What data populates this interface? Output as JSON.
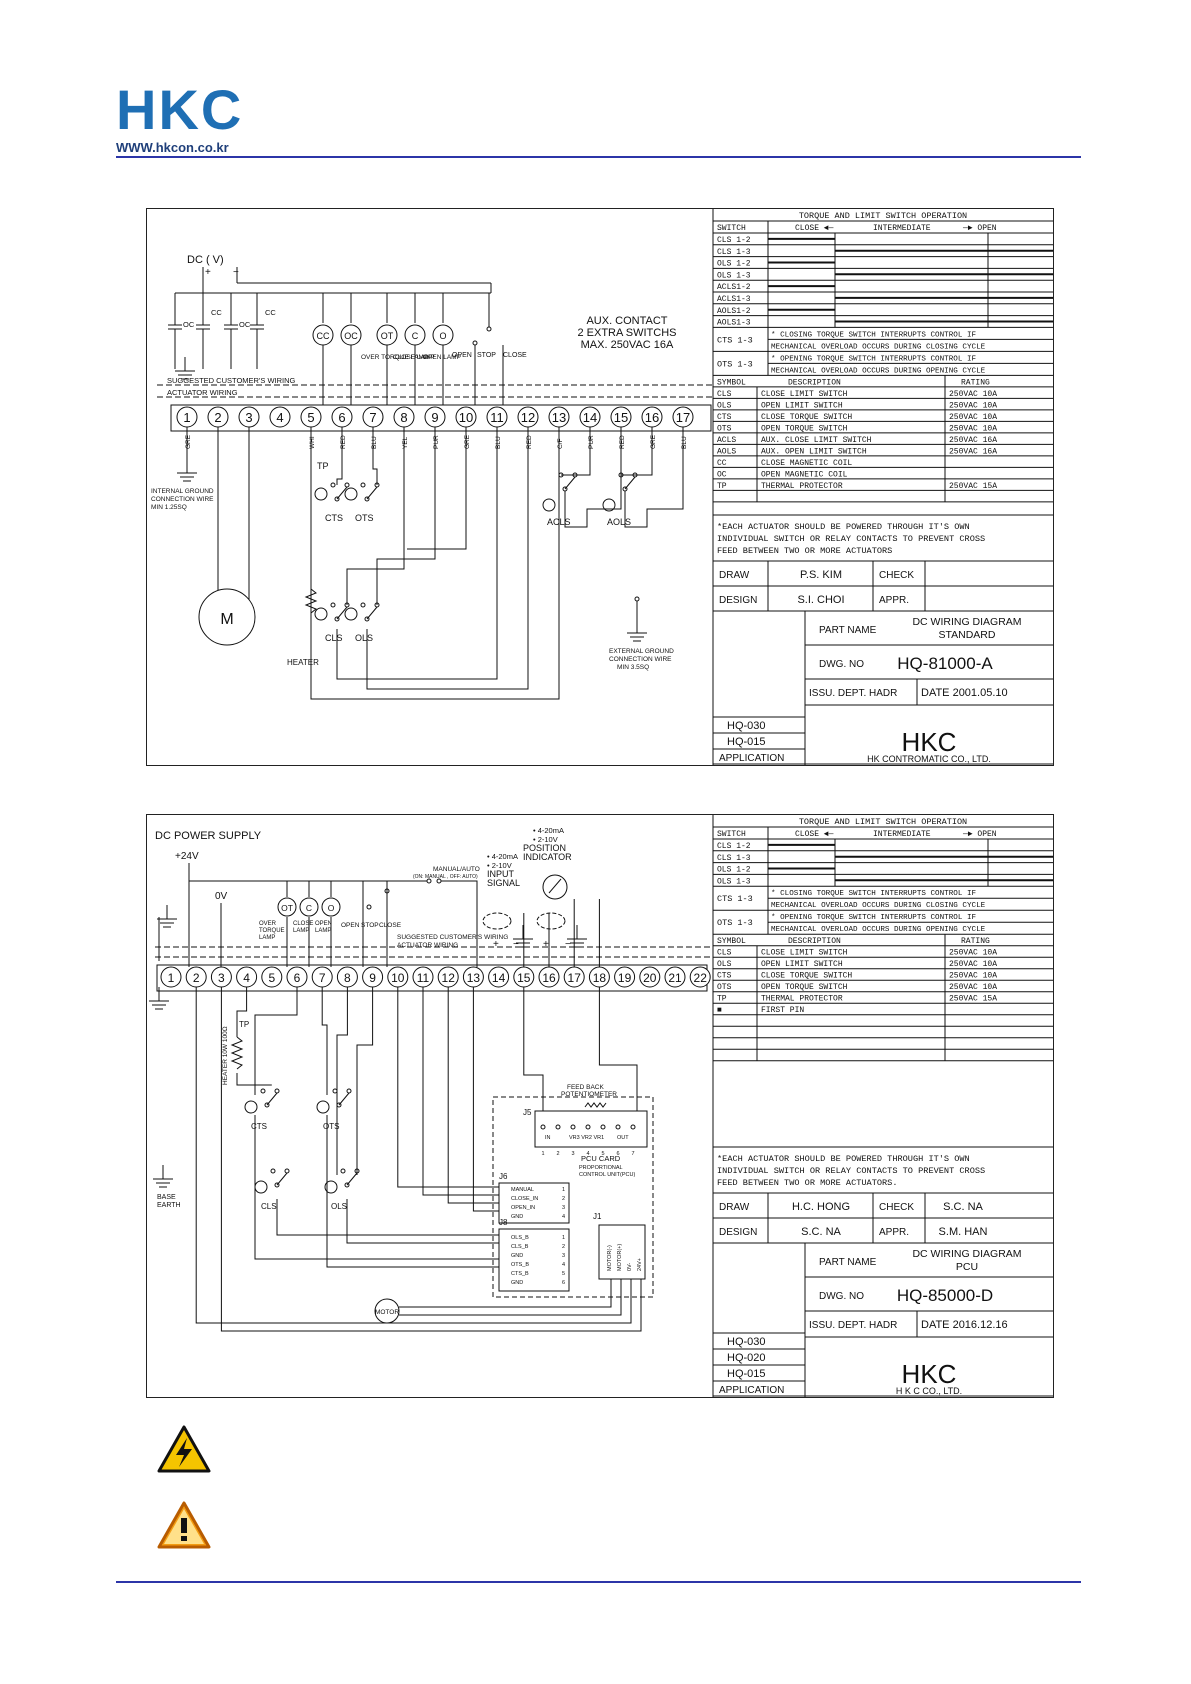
{
  "header": {
    "brand": "HKC",
    "url": "WWW.hkcon.co.kr"
  },
  "diagram1": {
    "supply": "DC (    V)",
    "aux_note": [
      "AUX. CONTACT",
      "2 EXTRA SWITCHS",
      "MAX. 250VAC 16A"
    ],
    "wiring_note": [
      "SUGGESTED CUSTOMER'S WIRING",
      "ACTUATOR WIRING"
    ],
    "terminals": [
      "1",
      "2",
      "3",
      "4",
      "5",
      "6",
      "7",
      "8",
      "9",
      "10",
      "11",
      "12",
      "13",
      "14",
      "15",
      "16",
      "17"
    ],
    "wire_colors": [
      "GRE",
      "",
      "",
      "",
      "WHI",
      "RED",
      "BLU",
      "YEL",
      "PUR",
      "GRE",
      "BLU",
      "RED",
      "C/F",
      "PUR",
      "RED",
      "GRE",
      "BLU"
    ],
    "lamps": [
      "CC",
      "OC",
      "OT",
      "C",
      "O"
    ],
    "lamp_labels": [
      "OVER TORQUE LAMP",
      "CLOSE LAMP",
      "OPEN LAMP"
    ],
    "open": "OPEN",
    "stop": "STOP",
    "close": "CLOSE",
    "ground1": "INTERNAL GROUND CONNECTION WIRE MIN 1.25SQ",
    "ground2": "EXTERNAL GROUND CONNECTION WIRE MIN 3.5SQ",
    "motor": "M",
    "heater": "HEATER",
    "tp": "TP",
    "switch_names": [
      "CTS",
      "OTS",
      "CLS",
      "OLS",
      "ACLS",
      "AOLS"
    ],
    "table_title": "TORQUE AND LIMIT SWITCH OPERATION",
    "table_head": [
      "SWITCH",
      "CLOSE",
      "INTERMEDIATE",
      "OPEN"
    ],
    "table_rows": [
      "CLS 1-2",
      "CLS 1-3",
      "OLS 1-2",
      "OLS 1-3",
      "ACLS1-2",
      "ACLS1-3",
      "AOLS1-2",
      "AOLS1-3"
    ],
    "cts_note": [
      "CTS 1-3",
      "* CLOSING TORQUE SWITCH INTERRUPTS CONTROL IF",
      "MECHANICAL OVERLOAD OCCURS DURING CLOSING CYCLE"
    ],
    "ots_note": [
      "OTS 1-3",
      "* OPENING TORQUE SWITCH INTERRUPTS CONTROL IF",
      "MECHANICAL OVERLOAD OCCURS DURING OPENING CYCLE"
    ],
    "symbol_head": [
      "SYMBOL",
      "DESCRIPTION",
      "RATING"
    ],
    "symbols": [
      [
        "CLS",
        "CLOSE LIMIT SWITCH",
        "250VAC 10A"
      ],
      [
        "OLS",
        "OPEN LIMIT SWITCH",
        "250VAC 10A"
      ],
      [
        "CTS",
        "CLOSE TORQUE SWITCH",
        "250VAC 10A"
      ],
      [
        "OTS",
        "OPEN TORQUE SWITCH",
        "250VAC 10A"
      ],
      [
        "ACLS",
        "AUX. CLOSE LIMIT SWITCH",
        "250VAC 16A"
      ],
      [
        "AOLS",
        "AUX. OPEN LIMIT SWITCH",
        "250VAC 16A"
      ],
      [
        "CC",
        "CLOSE MAGNETIC COIL",
        ""
      ],
      [
        "OC",
        "OPEN MAGNETIC COIL",
        ""
      ],
      [
        "TP",
        "THERMAL PROTECTOR",
        "250VAC 15A"
      ]
    ],
    "note": [
      "*EACH ACTUATOR SHOULD BE POWERED THROUGH IT'S OWN",
      "INDIVIDUAL SWITCH OR RELAY CONTACTS TO PREVENT CROSS",
      "FEED BETWEEN TWO OR MORE ACTUATORS"
    ],
    "draw_label": "DRAW",
    "draw": "P.S. KIM",
    "check_label": "CHECK",
    "check": "",
    "design_label": "DESIGN",
    "design": "S.I. CHOI",
    "appr_label": "APPR.",
    "appr": "",
    "part_name_label": "PART NAME",
    "part_name": [
      "DC WIRING DIAGRAM",
      "STANDARD"
    ],
    "dwg_label": "DWG. NO",
    "dwg": "HQ-81000-A",
    "issu": "ISSU. DEPT. HADR",
    "date": "DATE 2001.05.10",
    "applications": [
      "HQ-030",
      "HQ-015"
    ],
    "application_label": "APPLICATION",
    "logo": "HKC",
    "company": "HK CONTROMATIC CO., LTD."
  },
  "diagram2": {
    "supply": "DC POWER SUPPLY",
    "plus": "+24V",
    "zero": "0V",
    "terminals": [
      "1",
      "2",
      "3",
      "4",
      "5",
      "6",
      "7",
      "8",
      "9",
      "10",
      "11",
      "12",
      "13",
      "14",
      "15",
      "16",
      "17",
      "18",
      "19",
      "20",
      "21",
      "22"
    ],
    "lamps": [
      "OT",
      "C",
      "O"
    ],
    "lamp_labels": [
      "OVER TORQUE LAMP",
      "CLOSE LAMP",
      "OPEN LAMP"
    ],
    "open": "OPEN",
    "stop": "STOP",
    "close": "CLOSE",
    "manual_auto": "MANUAL/AUTO",
    "manual_auto_sub": "(ON: MANUAL , OFF: AUTO)",
    "wiring_note": [
      "SUGGESTED CUSTOMER'S WIRING",
      "ACTUATOR WIRING"
    ],
    "input_signal": [
      "• 4-20mA",
      "• 2-10V",
      "INPUT",
      "SIGNAL"
    ],
    "position_indicator": [
      "• 4-20mA",
      "• 2-10V",
      "POSITION",
      "INDICATOR"
    ],
    "heater": "HEATER 10W 100Ω",
    "tp": "TP",
    "switch_names": [
      "CTS",
      "OTS",
      "CLS",
      "OLS"
    ],
    "base_earth": "BASE EARTH",
    "feedback": "FEED BACK POTENTIOMETER",
    "pcu_card": [
      "PCU CARD",
      "PROPORTIONAL",
      "CONTROL UNIT(PCU)"
    ],
    "j5": "J5",
    "j6": "J6",
    "j8": "J8",
    "j1": "J1",
    "j5_pins": [
      "IN",
      "VR3 VR2 VR1",
      "OUT"
    ],
    "j6_pins": [
      "MANUAL",
      "CLOSE_IN",
      "OPEN_IN",
      "GND"
    ],
    "j8_pins": [
      "OLS_B",
      "CLS_B",
      "GND",
      "OTS_B",
      "CTS_B",
      "GND"
    ],
    "j1_pins": [
      "MOTOR(-)",
      "MOTOR(+)",
      "0V-",
      "24V+"
    ],
    "motor": "MOTOR",
    "table_title": "TORQUE AND LIMIT SWITCH OPERATION",
    "table_head": [
      "SWITCH",
      "CLOSE",
      "INTERMEDIATE",
      "OPEN"
    ],
    "table_rows": [
      "CLS 1-2",
      "CLS 1-3",
      "OLS 1-2",
      "OLS 1-3"
    ],
    "cts_note": [
      "CTS 1-3",
      "* CLOSING TORQUE SWITCH INTERRUPTS CONTROL IF",
      "MECHANICAL OVERLOAD OCCURS DURING CLOSING CYCLE"
    ],
    "ots_note": [
      "OTS 1-3",
      "* OPENING TORQUE SWITCH INTERRUPTS CONTROL IF",
      "MECHANICAL OVERLOAD OCCURS DURING OPENING CYCLE"
    ],
    "symbol_head": [
      "SYMBOL",
      "DESCRIPTION",
      "RATING"
    ],
    "symbols": [
      [
        "CLS",
        "CLOSE LIMIT SWITCH",
        "250VAC 10A"
      ],
      [
        "OLS",
        "OPEN LIMIT SWITCH",
        "250VAC 10A"
      ],
      [
        "CTS",
        "CLOSE TORQUE SWITCH",
        "250VAC 10A"
      ],
      [
        "OTS",
        "OPEN TORQUE SWITCH",
        "250VAC 10A"
      ],
      [
        "TP",
        "THERMAL PROTECTOR",
        "250VAC 15A"
      ],
      [
        "■",
        "FIRST PIN",
        ""
      ]
    ],
    "note": [
      "*EACH ACTUATOR SHOULD BE POWERED THROUGH IT'S OWN",
      "INDIVIDUAL SWITCH OR RELAY CONTACTS TO PREVENT CROSS",
      "FEED BETWEEN TWO OR MORE ACTUATORS."
    ],
    "draw_label": "DRAW",
    "draw": "H.C. HONG",
    "check_label": "CHECK",
    "check": "S.C. NA",
    "design_label": "DESIGN",
    "design": "S.C. NA",
    "appr_label": "APPR.",
    "appr": "S.M. HAN",
    "part_name_label": "PART NAME",
    "part_name": [
      "DC WIRING DIAGRAM",
      "PCU"
    ],
    "dwg_label": "DWG. NO",
    "dwg": "HQ-85000-D",
    "issu": "ISSU. DEPT. HADR",
    "date": "DATE 2016.12.16",
    "applications": [
      "HQ-030",
      "HQ-020",
      "HQ-015"
    ],
    "application_label": "APPLICATION",
    "logo": "HKC",
    "company": "H K C CO., LTD."
  },
  "icons": [
    "high-voltage-warning-icon",
    "caution-warning-icon"
  ],
  "colors": {
    "brand": "#1f6fb4",
    "rule": "#2c35a8",
    "warning_yellow": "#f5c400",
    "warning_orange": "#f39c12"
  }
}
